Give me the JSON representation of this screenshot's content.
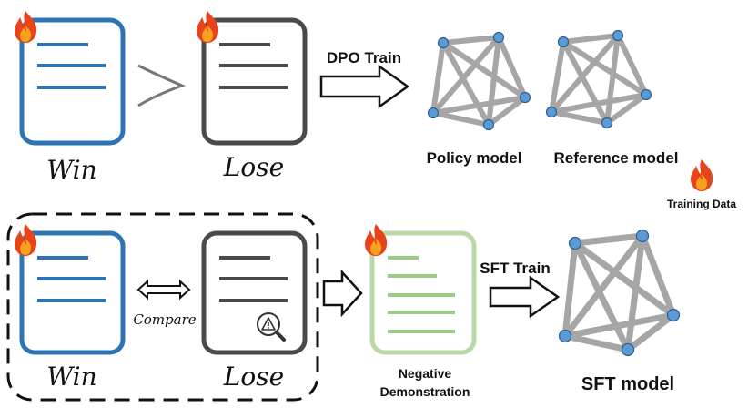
{
  "top": {
    "win_label": "Win",
    "lose_label": "Lose",
    "arrow_label": "DPO Train",
    "policy_label": "Policy model",
    "reference_label": "Reference model"
  },
  "legend": {
    "label": "Training Data",
    "icon": "flame-icon"
  },
  "bottom": {
    "win_label": "Win",
    "lose_label": "Lose",
    "compare_label": "Compare",
    "negative_label_line1": "Negative",
    "negative_label_line2": "Demonstration",
    "arrow_label": "SFT Train",
    "sft_label": "SFT model"
  },
  "colors": {
    "win": "#2e74b5",
    "lose": "#4a4a4a",
    "negative": "#b9d8a8",
    "negative_lines": "#9ccb86",
    "node": "#5b9bd5",
    "edge": "#a6a6a6",
    "flame_outer": "#e8431c",
    "flame_inner": "#f7a21b"
  }
}
